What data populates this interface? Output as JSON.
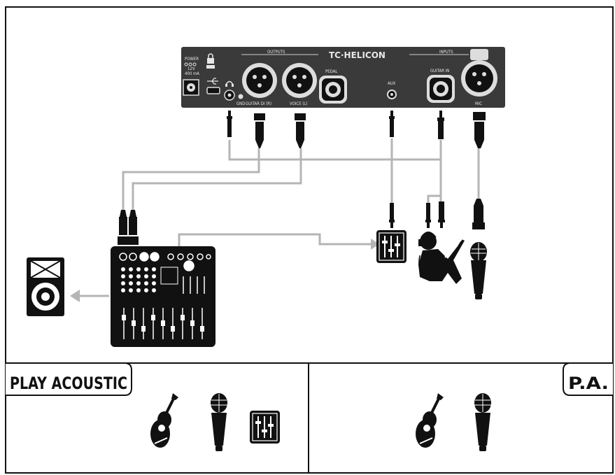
{
  "device": {
    "brand": "TC·HELICON",
    "power_label": "POWER",
    "power_voltage": "12V",
    "power_current": "400 mA",
    "outputs_label": "OUTPUTS",
    "inputs_label": "INPUTS",
    "gnd_label": "GND",
    "out_guitar_label": "GUITAR DI (R)",
    "out_voice_label": "VOICE (L)",
    "pedal_label": "PEDAL",
    "aux_label": "AUX",
    "guitar_in_label": "GUITAR IN",
    "mic_label": "MIC"
  },
  "panels": {
    "left_title": "PLAY ACOUSTIC",
    "right_title": "P.A."
  },
  "colors": {
    "device_body": "#3a3a3a",
    "cable": "#b5b5b5",
    "ink": "#111111"
  },
  "icons": [
    "acoustic-guitar-icon",
    "microphone-icon",
    "mixer-icon",
    "speaker-icon",
    "guitarist-icon",
    "headphone-mixer-icon"
  ]
}
